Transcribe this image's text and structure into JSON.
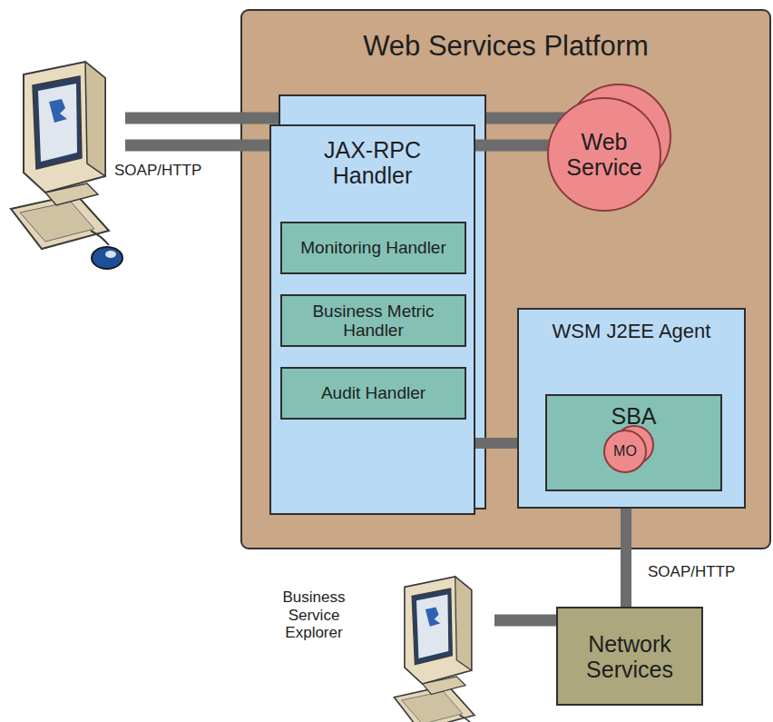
{
  "diagram": {
    "nodes": [
      {
        "text": [
          "Web Services Platform"
        ]
      },
      {
        "text": [
          "JAX-RPC Handler"
        ],
        "in": 0
      },
      {
        "text": [
          "Monitoring Handler"
        ],
        "in": 1
      },
      {
        "text": [
          "Business Metric Handler"
        ],
        "in": 1
      },
      {
        "text": [
          "Audit Handler"
        ],
        "in": 1
      },
      {
        "text": [
          "Web Service"
        ],
        "in": 0
      },
      {
        "text": [
          "WSM J2EE Agent"
        ],
        "in": 0
      },
      {
        "text": [
          "SBA"
        ],
        "in": 6
      },
      {
        "text": [
          "MO"
        ],
        "in": 7
      },
      {
        "text": [
          "Network Services"
        ]
      }
    ],
    "edges": [
      {
        "from": 1,
        "to": 5,
        "arrow": "none"
      },
      {
        "from": 2,
        "to": 3,
        "arrow": "none"
      },
      {
        "from": 3,
        "to": 4,
        "arrow": "none"
      },
      {
        "from": 1,
        "to": 7,
        "arrow": "none"
      },
      {
        "from": 6,
        "to": 9,
        "label": "SOAP/HTTP",
        "arrow": "none"
      }
    ],
    "labels": [
      "SOAP/HTTP",
      "Business Service Explorer"
    ]
  }
}
